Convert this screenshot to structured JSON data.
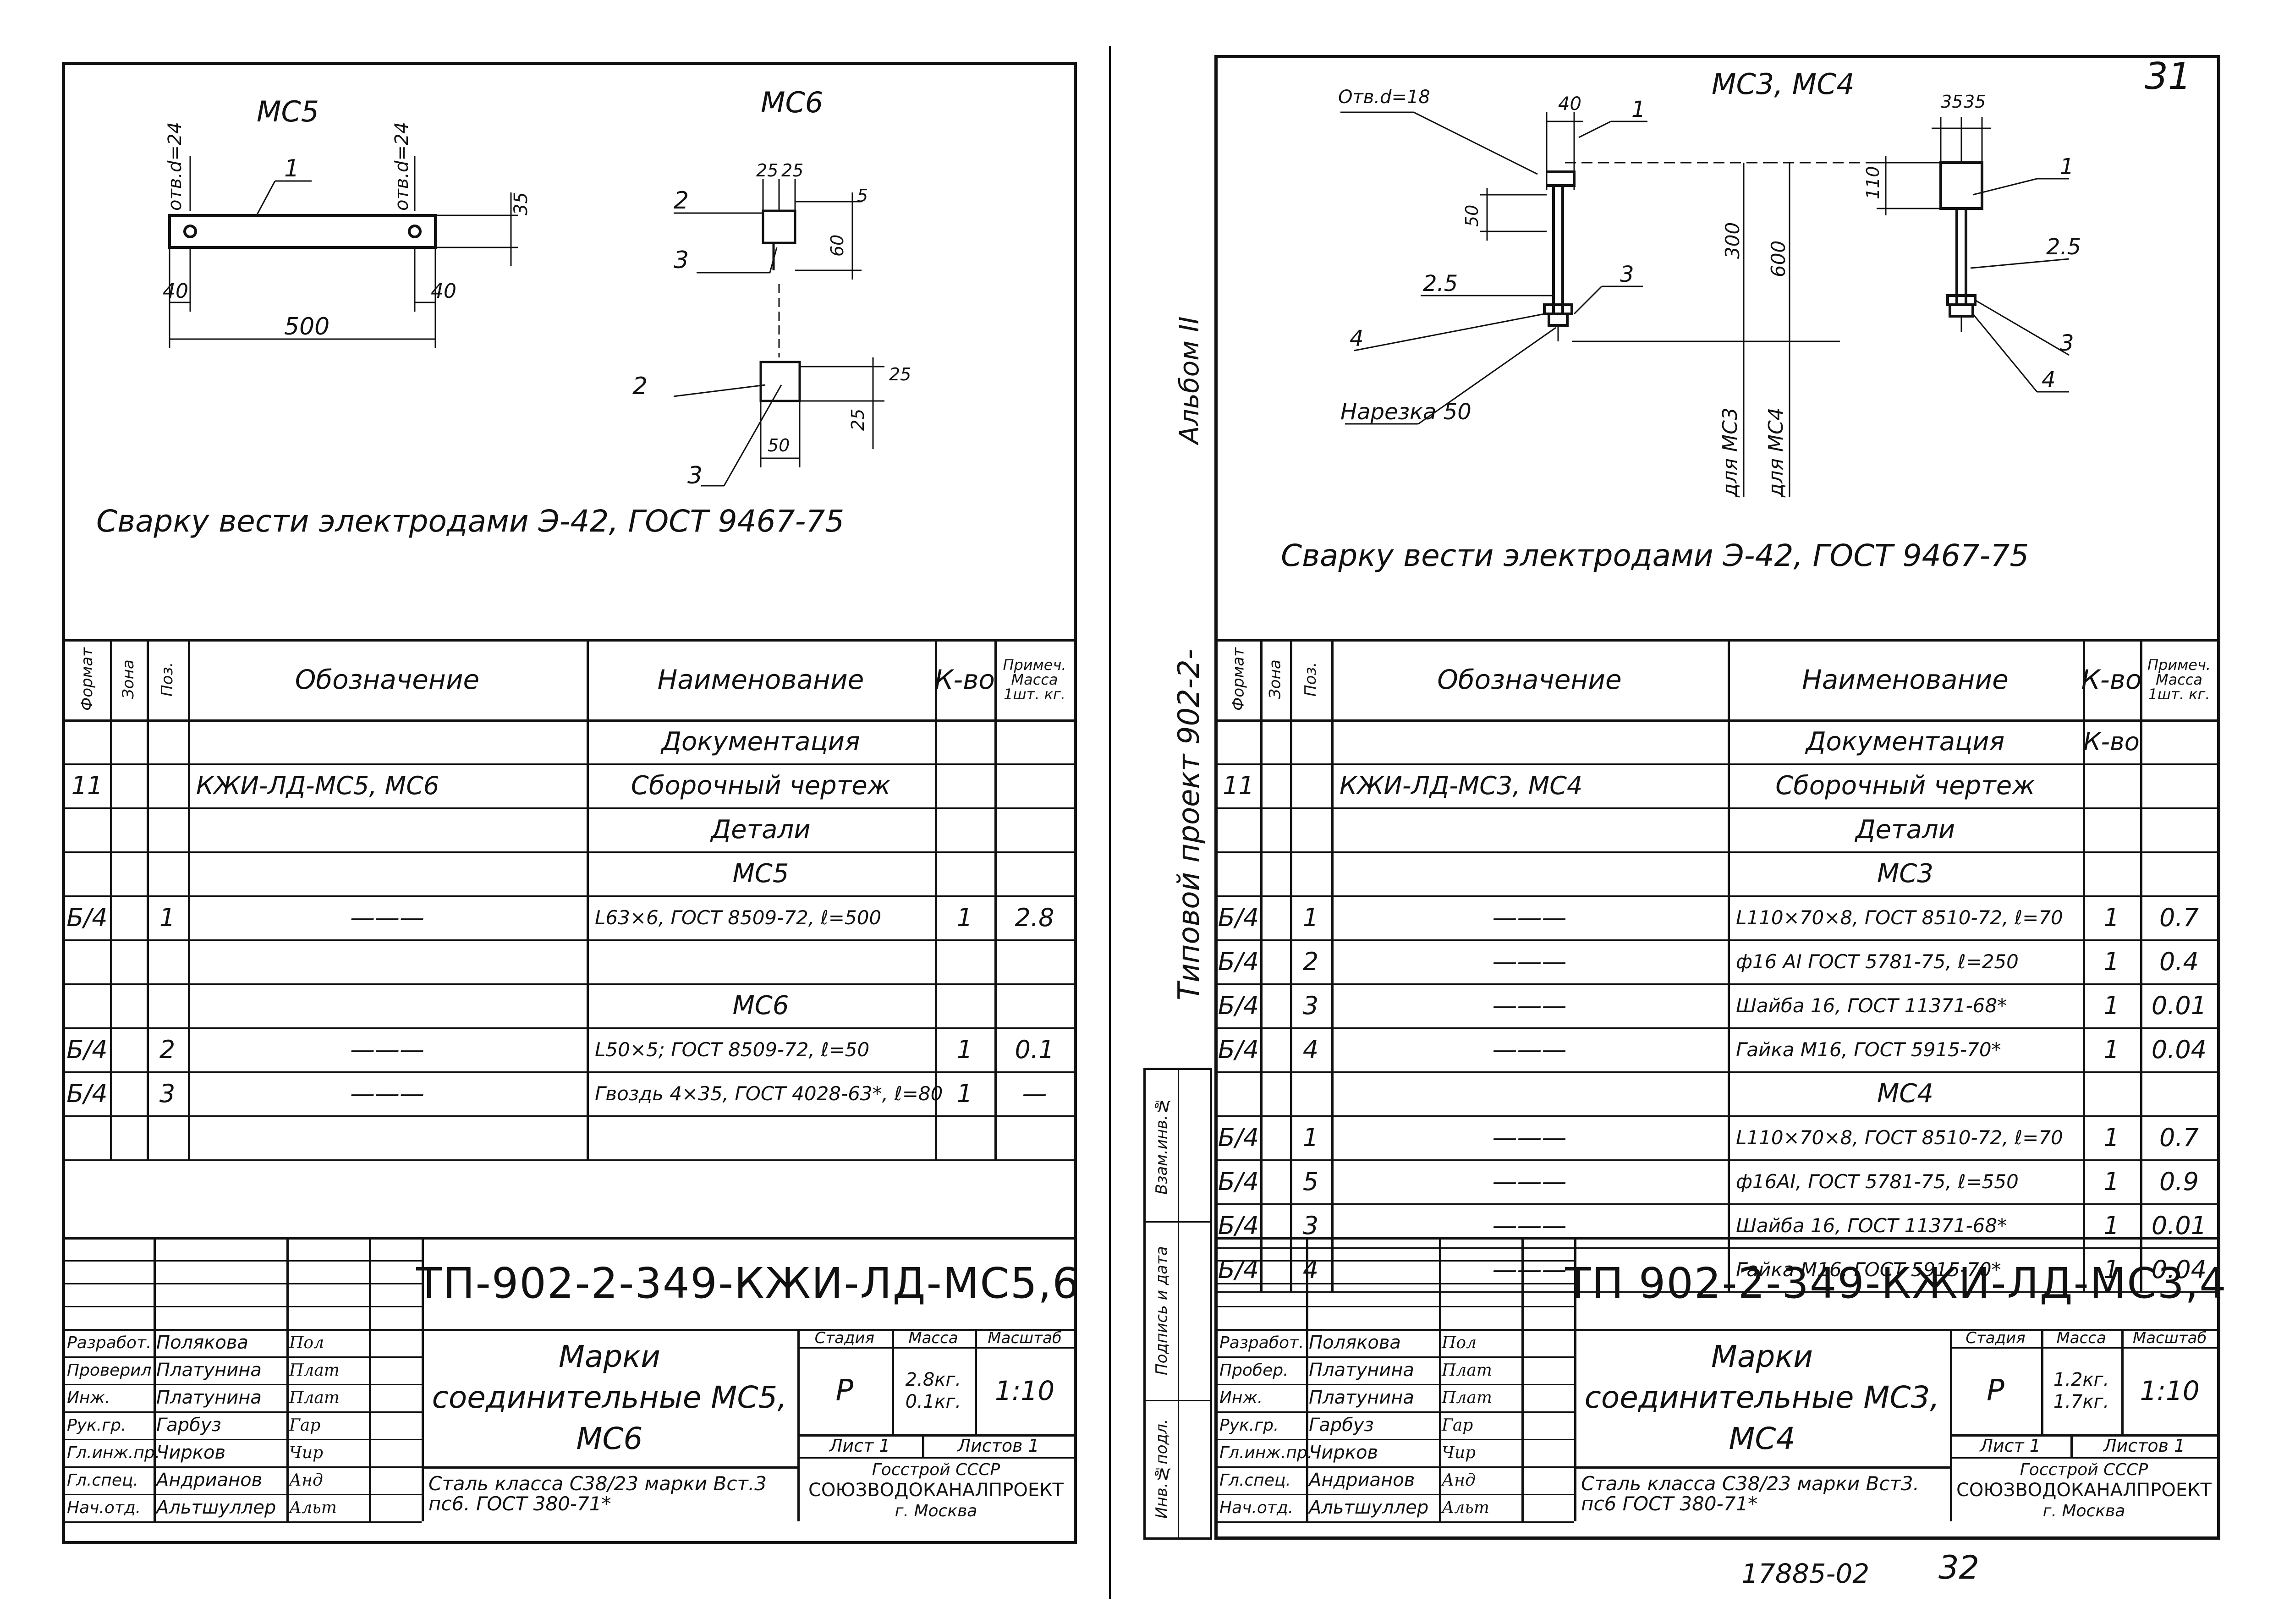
{
  "page_number": "31",
  "side_labels": {
    "album": "Альбом II",
    "project": "Типовой проект 902-2-",
    "stamp_cols": [
      "Инв.№подл.",
      "Подпись и дата",
      "Взам.инв.№"
    ]
  },
  "footer": {
    "inv_number": "17885-02",
    "sheet_number": "32"
  },
  "left": {
    "drawing": {
      "title_a": "МС5",
      "title_b": "МС6",
      "dims": [
        "отв.d=24",
        "отв.d=24",
        "35",
        "40",
        "40",
        "500",
        "25",
        "25",
        "5",
        "60",
        "25",
        "25",
        "50"
      ],
      "callouts": [
        "1",
        "2",
        "3",
        "2",
        "3"
      ],
      "note": "Сварку вести электродами Э-42, ГОСТ 9467-75"
    },
    "spec": {
      "headers": {
        "format": "Формат",
        "zone": "Зона",
        "pos": "Поз.",
        "designation": "Обозначение",
        "name": "Наименование",
        "qty": "К-во",
        "note": "Примеч. Масса 1шт. кг."
      },
      "rows": [
        {
          "format": "",
          "pos": "",
          "designation": "",
          "name": "Документация",
          "qty": "",
          "note": ""
        },
        {
          "format": "11",
          "pos": "",
          "designation": "КЖИ-ЛД-МС5, МС6",
          "name": "Сборочный чертеж",
          "qty": "",
          "note": ""
        },
        {
          "format": "",
          "pos": "",
          "designation": "",
          "name": "Детали",
          "qty": "",
          "note": ""
        },
        {
          "format": "",
          "pos": "",
          "designation": "",
          "name": "МС5",
          "qty": "",
          "note": ""
        },
        {
          "format": "Б/4",
          "pos": "1",
          "designation": "———",
          "name": "L63×6, ГОСТ 8509-72, ℓ=500",
          "qty": "1",
          "note": "2.8"
        },
        {
          "format": "",
          "pos": "",
          "designation": "",
          "name": "",
          "qty": "",
          "note": ""
        },
        {
          "format": "",
          "pos": "",
          "designation": "",
          "name": "МС6",
          "qty": "",
          "note": ""
        },
        {
          "format": "Б/4",
          "pos": "2",
          "designation": "———",
          "name": "L50×5; ГОСТ 8509-72, ℓ=50",
          "qty": "1",
          "note": "0.1"
        },
        {
          "format": "Б/4",
          "pos": "3",
          "designation": "———",
          "name": "Гвоздь 4×35, ГОСТ 4028-63*, ℓ=80",
          "qty": "1",
          "note": "—"
        },
        {
          "format": "",
          "pos": "",
          "designation": "",
          "name": "",
          "qty": "",
          "note": ""
        }
      ]
    },
    "title_block": {
      "code": "ТП-902-2-349-КЖИ-ЛД-МС5,6",
      "title": "Марки соединительные МС5, МС6",
      "stage_label": "Стадия",
      "mass_label": "Масса",
      "scale_label": "Масштаб",
      "stage": "Р",
      "mass": "2.8кг. 0.1кг.",
      "scale": "1:10",
      "sheet": "Лист 1",
      "sheets": "Листов 1",
      "material": "Сталь класса С38/23 марки Вст.3 пс6. ГОСТ 380-71*",
      "org1": "Госстрой СССР",
      "org2": "СОЮЗВОДОКАНАЛПРОЕКТ",
      "org3": "г. Москва",
      "roles": [
        {
          "role": "Разработ.",
          "name": "Полякова",
          "sign": "Пол"
        },
        {
          "role": "Проверил",
          "name": "Платунина",
          "sign": "Плат"
        },
        {
          "role": "Инж.",
          "name": "Платунина",
          "sign": "Плат"
        },
        {
          "role": "Рук.гр.",
          "name": "Гарбуз",
          "sign": "Гар"
        },
        {
          "role": "Гл.инж.пр.",
          "name": "Чирков",
          "sign": "Чир"
        },
        {
          "role": "Гл.спец.",
          "name": "Андрианов",
          "sign": "Анд"
        },
        {
          "role": "Нач.отд.",
          "name": "Альтшуллер",
          "sign": "Альт"
        }
      ]
    }
  },
  "right": {
    "drawing": {
      "title": "МС3, МС4",
      "dims": [
        "Отв.d=18",
        "40",
        "35",
        "35",
        "50",
        "300",
        "600",
        "110",
        "для МС3",
        "для МС4"
      ],
      "callouts": [
        "1",
        "2.5",
        "3",
        "4",
        "1",
        "2.5",
        "3",
        "4"
      ],
      "thread": "Нарезка 50",
      "note": "Сварку вести электродами Э-42, ГОСТ 9467-75"
    },
    "spec": {
      "headers": {
        "format": "Формат",
        "zone": "Зона",
        "pos": "Поз.",
        "designation": "Обозначение",
        "name": "Наименование",
        "qty": "К-во",
        "note": "Примеч. Масса 1шт. кг."
      },
      "rows": [
        {
          "format": "",
          "pos": "",
          "designation": "",
          "name": "Документация",
          "qty": "К-во",
          "note": ""
        },
        {
          "format": "11",
          "pos": "",
          "designation": "КЖИ-ЛД-МС3, МС4",
          "name": "Сборочный чертеж",
          "qty": "",
          "note": ""
        },
        {
          "format": "",
          "pos": "",
          "designation": "",
          "name": "Детали",
          "qty": "",
          "note": ""
        },
        {
          "format": "",
          "pos": "",
          "designation": "",
          "name": "МС3",
          "qty": "",
          "note": ""
        },
        {
          "format": "Б/4",
          "pos": "1",
          "designation": "———",
          "name": "L110×70×8, ГОСТ 8510-72, ℓ=70",
          "qty": "1",
          "note": "0.7"
        },
        {
          "format": "Б/4",
          "pos": "2",
          "designation": "———",
          "name": "ф16 АI ГОСТ 5781-75, ℓ=250",
          "qty": "1",
          "note": "0.4"
        },
        {
          "format": "Б/4",
          "pos": "3",
          "designation": "———",
          "name": "Шайба 16, ГОСТ 11371-68*",
          "qty": "1",
          "note": "0.01"
        },
        {
          "format": "Б/4",
          "pos": "4",
          "designation": "———",
          "name": "Гайка М16, ГОСТ 5915-70*",
          "qty": "1",
          "note": "0.04"
        },
        {
          "format": "",
          "pos": "",
          "designation": "",
          "name": "МС4",
          "qty": "",
          "note": ""
        },
        {
          "format": "Б/4",
          "pos": "1",
          "designation": "———",
          "name": "L110×70×8, ГОСТ 8510-72, ℓ=70",
          "qty": "1",
          "note": "0.7"
        },
        {
          "format": "Б/4",
          "pos": "5",
          "designation": "———",
          "name": "ф16АI, ГОСТ 5781-75, ℓ=550",
          "qty": "1",
          "note": "0.9"
        },
        {
          "format": "Б/4",
          "pos": "3",
          "designation": "———",
          "name": "Шайба 16, ГОСТ 11371-68*",
          "qty": "1",
          "note": "0.01"
        },
        {
          "format": "Б/4",
          "pos": "4",
          "designation": "———",
          "name": "Гайка М16, ГОСТ 5915-70*",
          "qty": "1",
          "note": "0.04"
        }
      ]
    },
    "title_block": {
      "code": "ТП 902-2-349-КЖИ-ЛД-МС3,4",
      "title": "Марки соединительные МС3, МС4",
      "stage_label": "Стадия",
      "mass_label": "Масса",
      "scale_label": "Масштаб",
      "stage": "Р",
      "mass": "1.2кг. 1.7кг.",
      "scale": "1:10",
      "sheet": "Лист 1",
      "sheets": "Листов 1",
      "material": "Сталь класса С38/23 марки Вст3. пс6 ГОСТ 380-71*",
      "org1": "Госстрой СССР",
      "org2": "СОЮЗВОДОКАНАЛПРОЕКТ",
      "org3": "г. Москва",
      "roles": [
        {
          "role": "Разработ.",
          "name": "Полякова",
          "sign": "Пол"
        },
        {
          "role": "Пробер.",
          "name": "Платунина",
          "sign": "Плат"
        },
        {
          "role": "Инж.",
          "name": "Платунина",
          "sign": "Плат"
        },
        {
          "role": "Рук.гр.",
          "name": "Гарбуз",
          "sign": "Гар"
        },
        {
          "role": "Гл.инж.пр.",
          "name": "Чирков",
          "sign": "Чир"
        },
        {
          "role": "Гл.спец.",
          "name": "Андрианов",
          "sign": "Анд"
        },
        {
          "role": "Нач.отд.",
          "name": "Альтшуллер",
          "sign": "Альт"
        }
      ]
    }
  }
}
